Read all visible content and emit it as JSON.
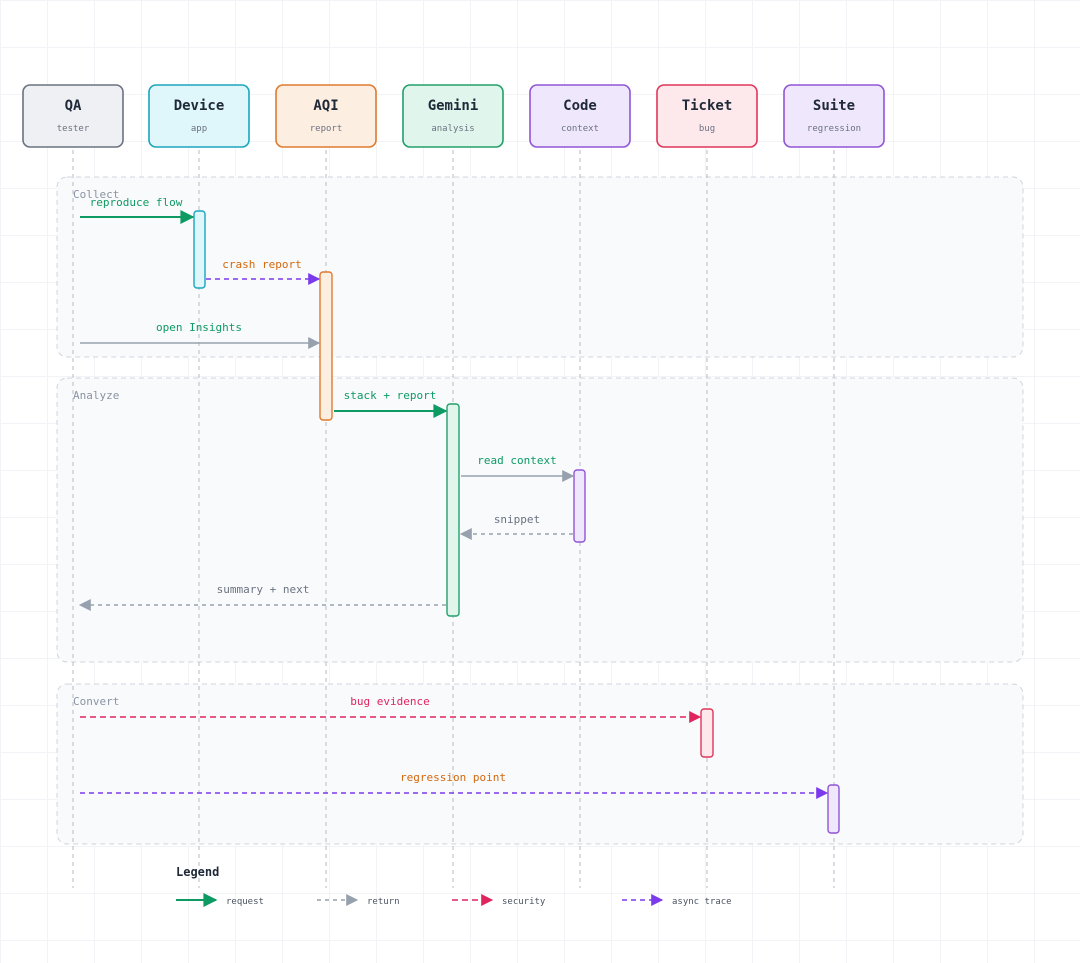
{
  "participants": [
    {
      "id": "qa",
      "title": "QA",
      "subtitle": "tester",
      "fill": "#eef0f4",
      "stroke": "#6b7280"
    },
    {
      "id": "device",
      "title": "Device",
      "subtitle": "app",
      "fill": "#dff6fb",
      "stroke": "#1aa6bd"
    },
    {
      "id": "aqi",
      "title": "AQI",
      "subtitle": "report",
      "fill": "#fdeee2",
      "stroke": "#e07a2e"
    },
    {
      "id": "gemini",
      "title": "Gemini",
      "subtitle": "analysis",
      "fill": "#e0f6ec",
      "stroke": "#22a06b"
    },
    {
      "id": "code",
      "title": "Code",
      "subtitle": "context",
      "fill": "#efe7fb",
      "stroke": "#9055d6"
    },
    {
      "id": "ticket",
      "title": "Ticket",
      "subtitle": "bug",
      "fill": "#fde8ec",
      "stroke": "#e0365a"
    },
    {
      "id": "suite",
      "title": "Suite",
      "subtitle": "regression",
      "fill": "#efe7fb",
      "stroke": "#9055d6"
    }
  ],
  "groups": [
    {
      "id": "collect",
      "label": "Collect"
    },
    {
      "id": "analyze",
      "label": "Analyze"
    },
    {
      "id": "convert",
      "label": "Convert"
    }
  ],
  "messages": [
    {
      "id": "m1",
      "label": "reproduce flow",
      "style": "request"
    },
    {
      "id": "m2",
      "label": "crash report",
      "style": "async"
    },
    {
      "id": "m3",
      "label": "open Insights",
      "style": "return-solid"
    },
    {
      "id": "m4",
      "label": "stack + report",
      "style": "request"
    },
    {
      "id": "m5",
      "label": "read context",
      "style": "return-solid"
    },
    {
      "id": "m6",
      "label": "snippet",
      "style": "return"
    },
    {
      "id": "m7",
      "label": "summary + next",
      "style": "return"
    },
    {
      "id": "m8",
      "label": "bug evidence",
      "style": "security"
    },
    {
      "id": "m9",
      "label": "regression point",
      "style": "async"
    }
  ],
  "legend": {
    "title": "Legend",
    "items": [
      {
        "id": "request",
        "label": "request"
      },
      {
        "id": "return",
        "label": "return"
      },
      {
        "id": "security",
        "label": "security"
      },
      {
        "id": "async",
        "label": "async trace"
      }
    ]
  },
  "colors": {
    "request": "#0e9a63",
    "return": "#97a1ae",
    "security": "#e0245e",
    "async": "#7c3aed",
    "async_label": "#d2690e",
    "security_label": "#e0245e",
    "request_label": "#0e9a63",
    "return_label": "#6b7280",
    "lifeline": "#b6bcc6",
    "group_fill": "#f8fafc",
    "group_stroke": "#cfd5dd",
    "group_label": "#8a94a3"
  }
}
